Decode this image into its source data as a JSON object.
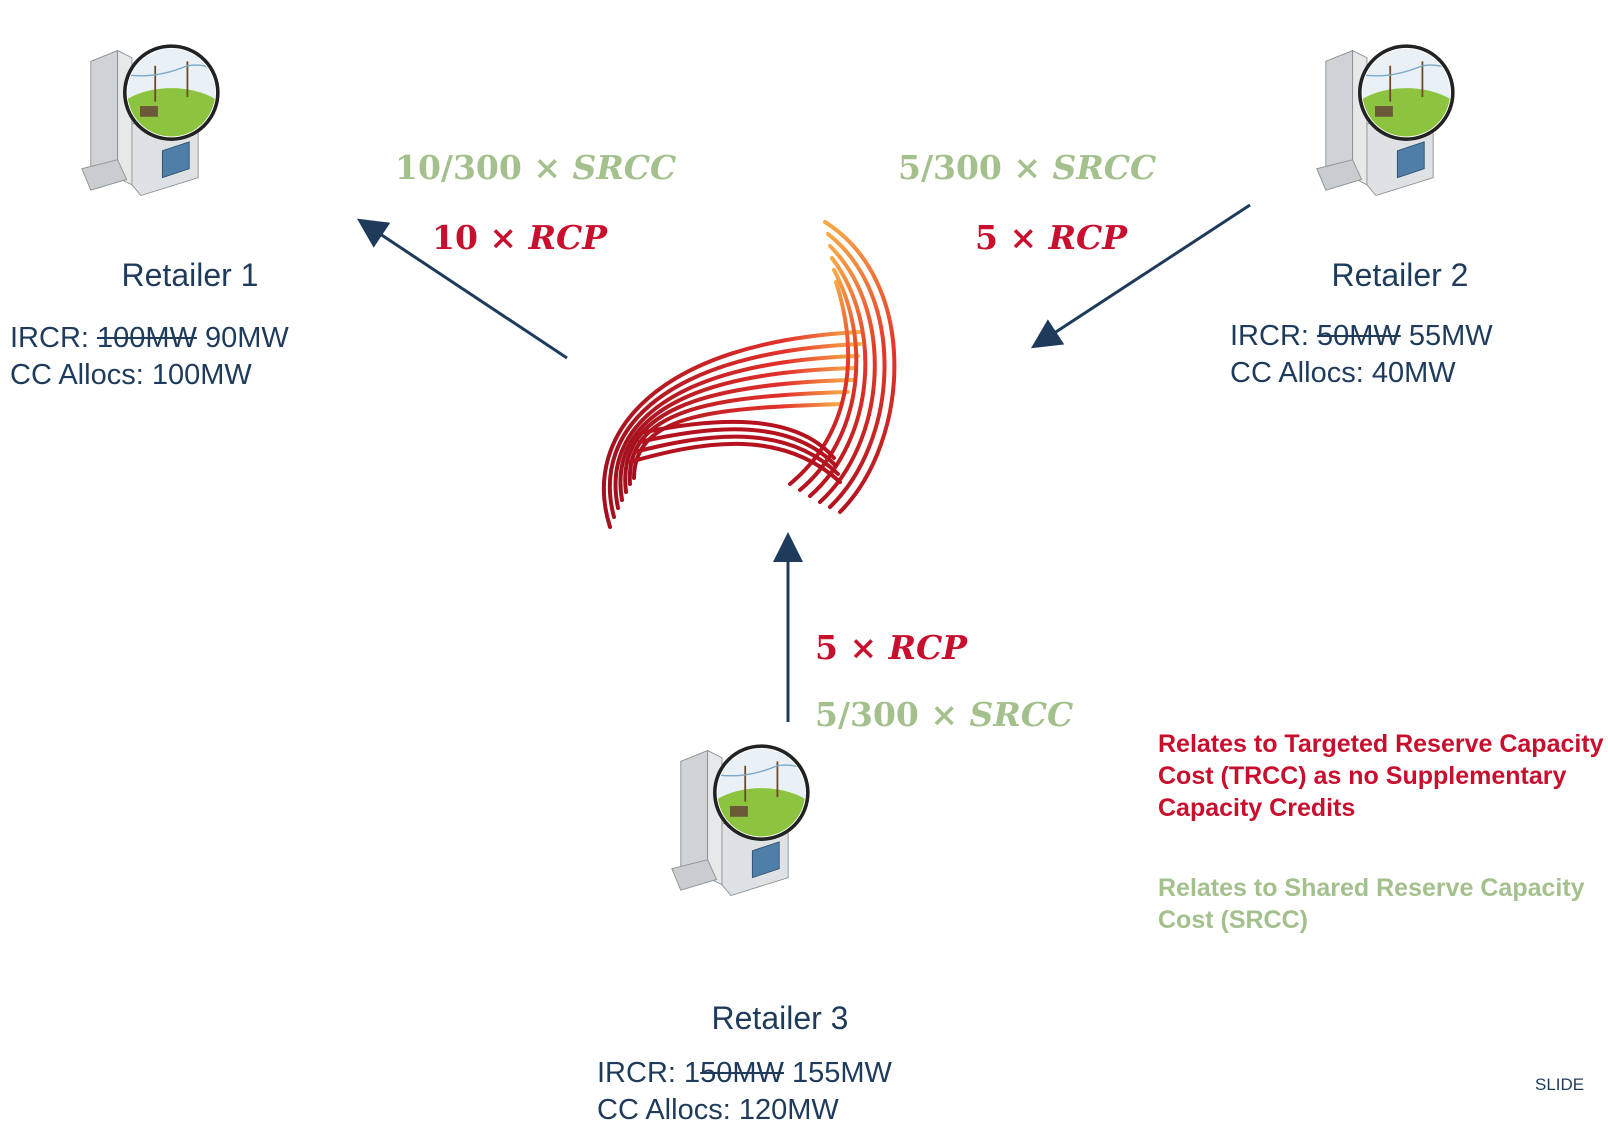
{
  "retailers": [
    {
      "name": "Retailer 1",
      "ircr_label": "IRCR: ",
      "ircr_old": "100MW",
      "ircr_new": " 90MW",
      "cc": "CC Allocs: 100MW"
    },
    {
      "name": "Retailer 2",
      "ircr_label": "IRCR: ",
      "ircr_old": "50MW",
      "ircr_new": " 55MW",
      "cc": "CC Allocs: 40MW"
    },
    {
      "name": "Retailer 3",
      "ircr_label": "IRCR: 1",
      "ircr_old": "50MW",
      "ircr_new": " 155MW",
      "cc": "CC Allocs: 120MW"
    }
  ],
  "formulas": {
    "r1_srcc_num": "10/300 × ",
    "r1_srcc_var": "SRCC",
    "r1_rcp_num": "10 × ",
    "r1_rcp_var": "RCP",
    "r2_srcc_num": "5/300 × ",
    "r2_srcc_var": "SRCC",
    "r2_rcp_num": "5 × ",
    "r2_rcp_var": "RCP",
    "r3_rcp_num": "5 × ",
    "r3_rcp_var": "RCP",
    "r3_srcc_num": "5/300 × ",
    "r3_srcc_var": "SRCC"
  },
  "notes": {
    "red": "Relates to Targeted Reserve Capacity Cost (TRCC) as no Supplementary Capacity Credits",
    "green": "Relates to Shared Reserve Capacity Cost (SRCC)"
  },
  "slide_label": "SLIDE",
  "colors": {
    "red": "#c8102e",
    "green": "#a4c08c",
    "navy": "#1f3b5c"
  }
}
